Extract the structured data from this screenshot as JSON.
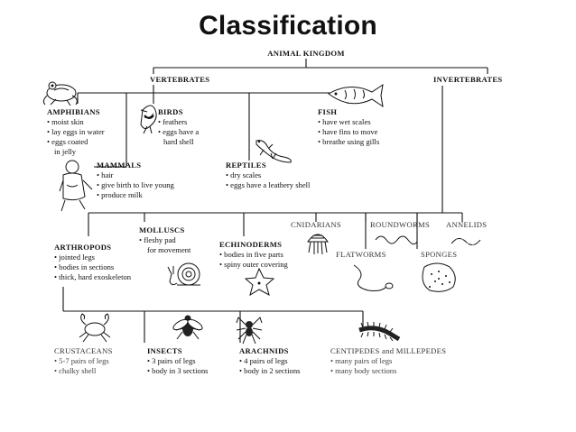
{
  "title": "Classification",
  "root": {
    "label": "ANIMAL KINGDOM"
  },
  "branches": {
    "vertebrates": "VERTEBRATES",
    "invertebrates": "INVERTEBRATES"
  },
  "groups": {
    "amphibians": {
      "name": "AMPHIBIANS",
      "traits": [
        "• moist skin",
        "• lay eggs in water",
        "• eggs coated",
        "in jelly"
      ]
    },
    "birds": {
      "name": "BIRDS",
      "traits": [
        "• feathers",
        "• eggs have a",
        "hard shell"
      ]
    },
    "fish": {
      "name": "FISH",
      "traits": [
        "• have wet scales",
        "• have fins to move",
        "• breathe using gills"
      ]
    },
    "mammals": {
      "name": "MAMMALS",
      "traits": [
        "• hair",
        "• give birth to live young",
        "• produce milk"
      ]
    },
    "reptiles": {
      "name": "REPTILES",
      "traits": [
        "• dry scales",
        "• eggs have a leathery shell"
      ]
    },
    "molluscs": {
      "name": "MOLLUSCS",
      "traits": [
        "• fleshy pad",
        "for movement"
      ]
    },
    "cnidarians": {
      "name": "CNIDARIANS"
    },
    "roundworms": {
      "name": "ROUNDWORMS"
    },
    "annelids": {
      "name": "ANNELIDS"
    },
    "arthropods": {
      "name": "ARTHROPODS",
      "traits": [
        "• jointed legs",
        "• bodies in sections",
        "• thick, hard exoskeleton"
      ]
    },
    "echinoderms": {
      "name": "ECHINODERMS",
      "traits": [
        "• bodies in five parts",
        "• spiny outer covering"
      ]
    },
    "flatworms": {
      "name": "FLATWORMS"
    },
    "sponges": {
      "name": "SPONGES"
    },
    "crustaceans": {
      "name": "CRUSTACEANS",
      "traits": [
        "• 5-7 pairs of legs",
        "• chalky shell"
      ]
    },
    "insects": {
      "name": "INSECTS",
      "traits": [
        "• 3 pairs of legs",
        "• body in 3 sections"
      ]
    },
    "arachnids": {
      "name": "ARACHNIDS",
      "traits": [
        "• 4 pairs of legs",
        "• body in 2 sections"
      ]
    },
    "centipedes": {
      "name": "CENTIPEDES and MILLEPEDES",
      "traits": [
        "• many pairs of legs",
        "• many body sections"
      ]
    }
  }
}
